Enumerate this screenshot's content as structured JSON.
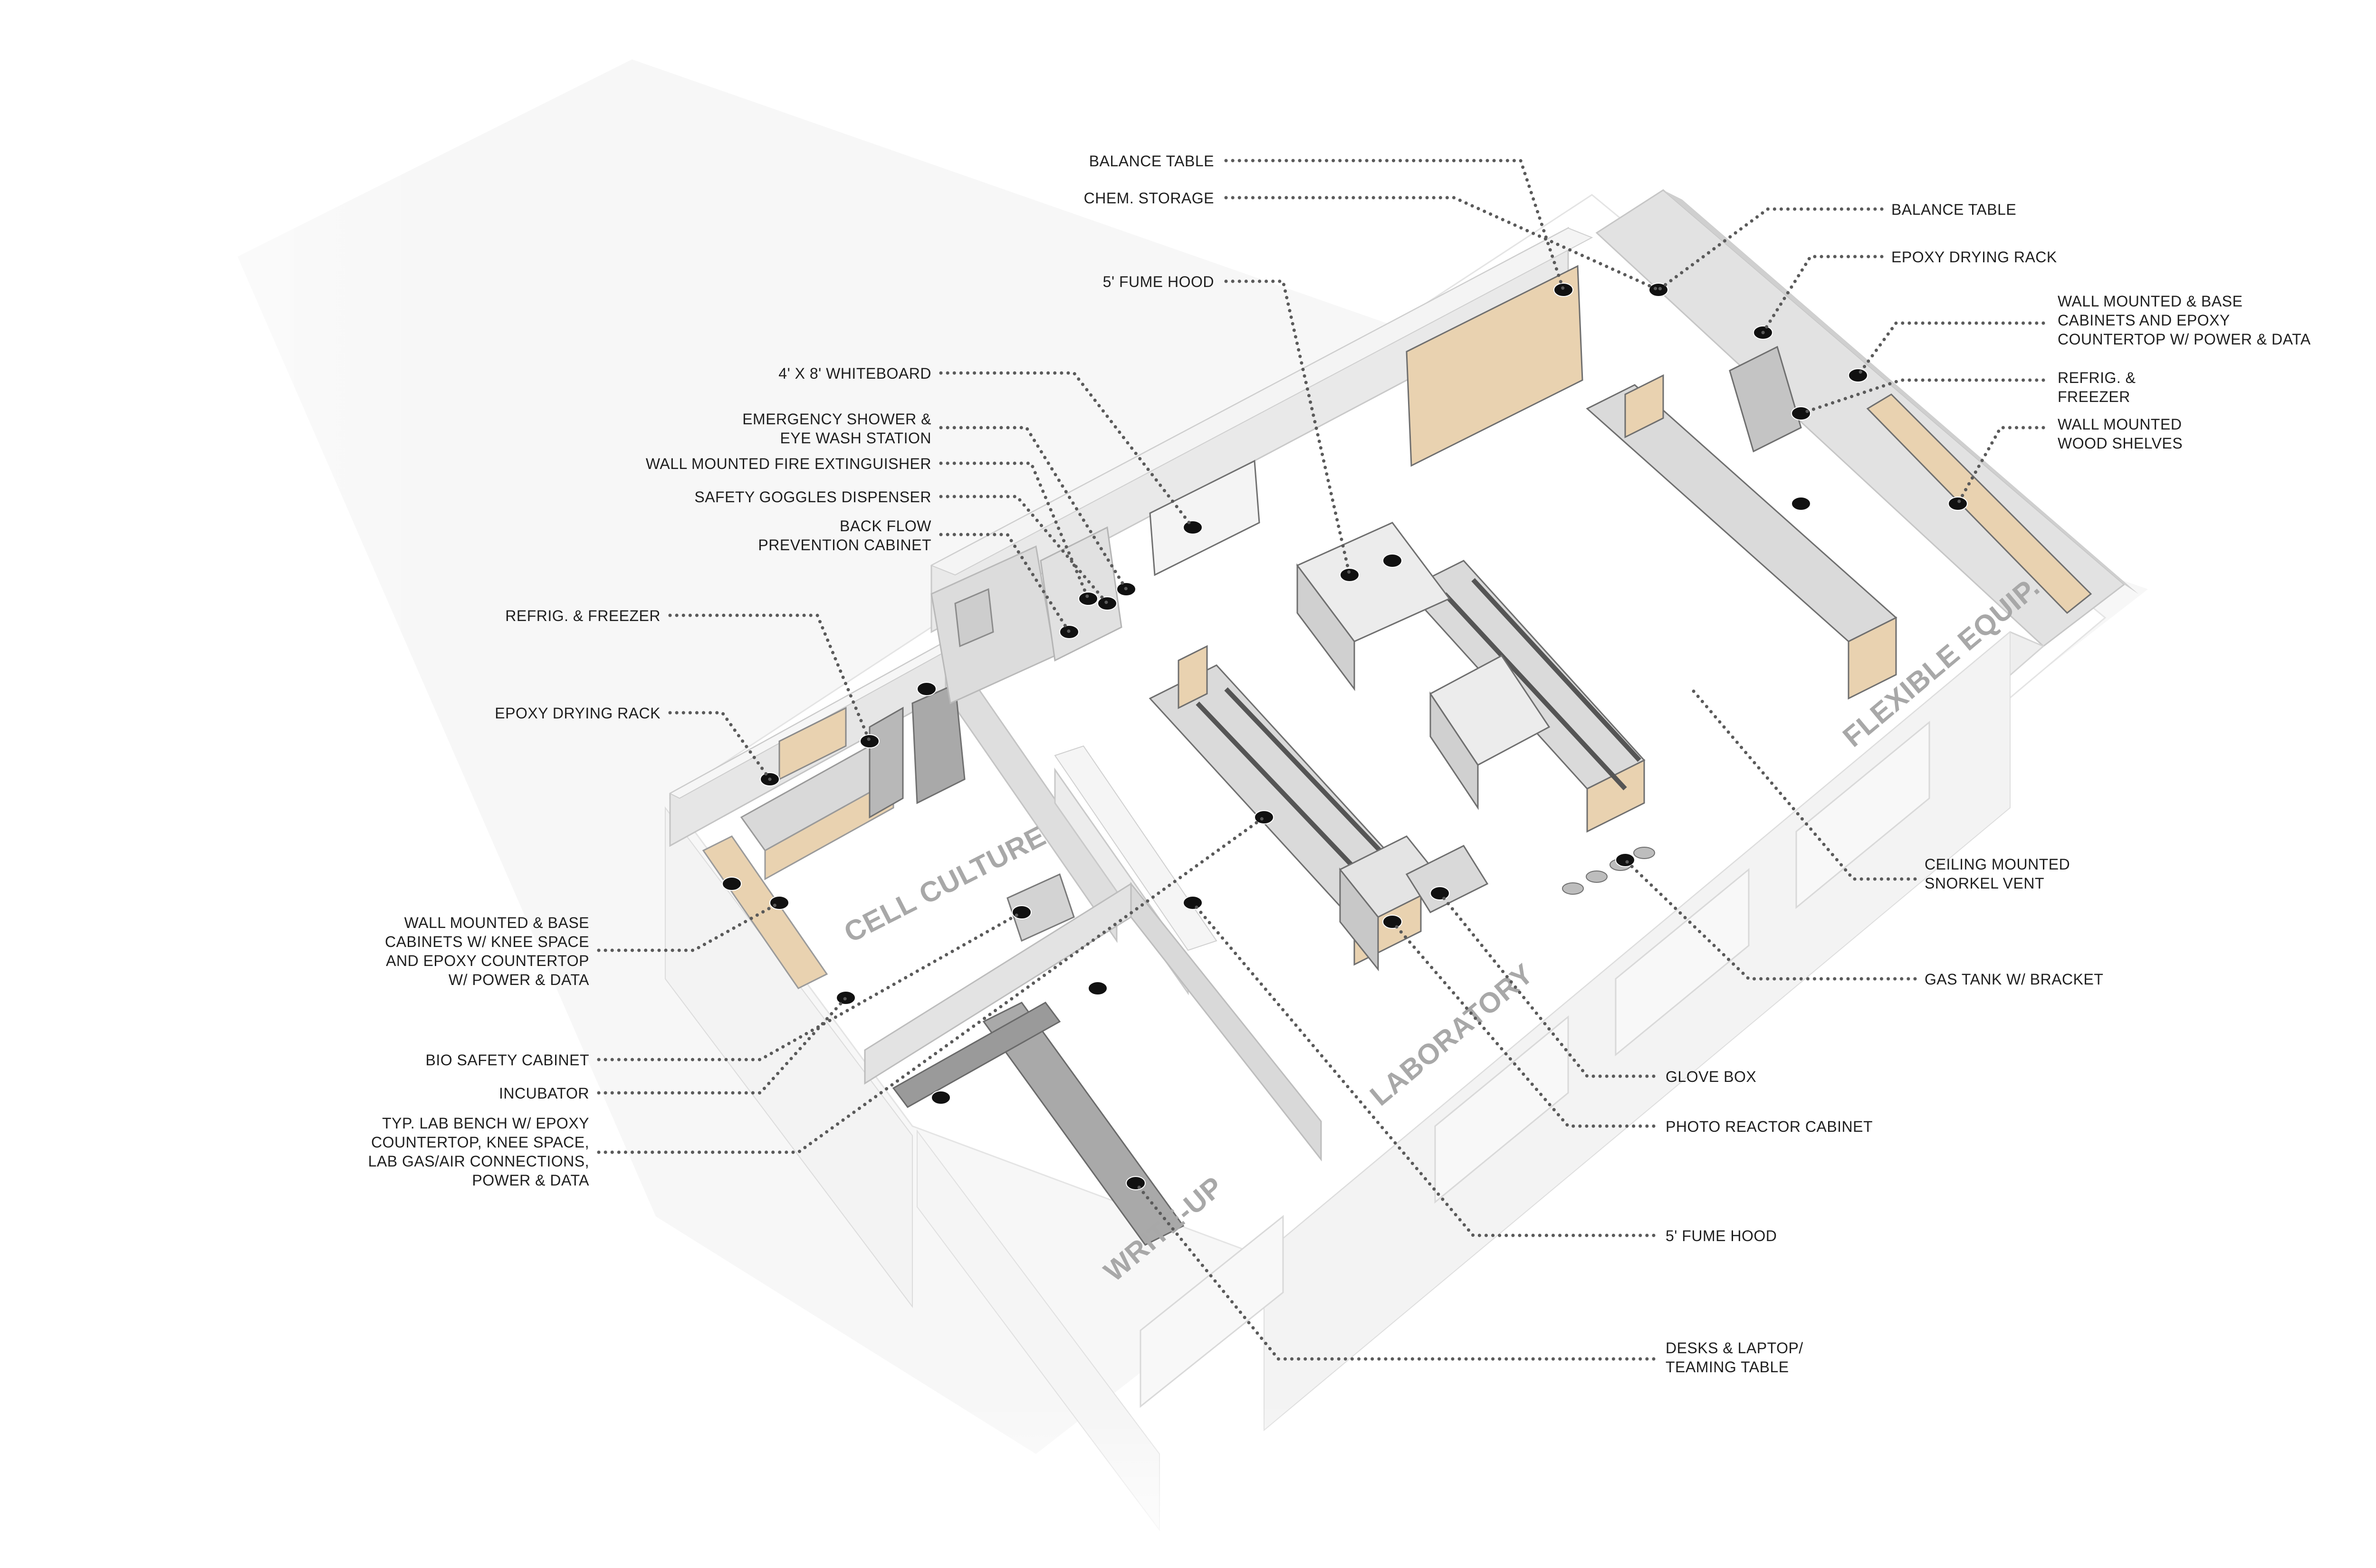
{
  "diagram": {
    "rooms": {
      "cell_culture": "CELL CULTURE",
      "laboratory": "LABORATORY",
      "write_up": "WRITE-UP",
      "flexible_equip": "FLEXIBLE EQUIP."
    },
    "left_labels": {
      "balance_table": "BALANCE TABLE",
      "chem_storage": "CHEM. STORAGE",
      "fume_hood": "5' FUME HOOD",
      "whiteboard": "4' X 8' WHITEBOARD",
      "emergency_shower": [
        "EMERGENCY SHOWER &",
        "EYE WASH STATION"
      ],
      "fire_extinguisher": "WALL MOUNTED FIRE EXTINGUISHER",
      "goggles_dispenser": "SAFETY GOGGLES DISPENSER",
      "back_flow": [
        "BACK FLOW",
        "PREVENTION CABINET"
      ],
      "refrig_freezer": "REFRIG. & FREEZER",
      "epoxy_drying_rack": "EPOXY DRYING RACK",
      "wall_mounted_base": [
        "WALL MOUNTED & BASE",
        "CABINETS W/ KNEE SPACE",
        "AND EPOXY COUNTERTOP",
        "W/ POWER & DATA"
      ],
      "bio_safety_cabinet": "BIO SAFETY CABINET",
      "incubator": "INCUBATOR",
      "lab_bench": [
        "TYP. LAB BENCH W/ EPOXY",
        "COUNTERTOP, KNEE SPACE,",
        "LAB GAS/AIR CONNECTIONS,",
        "POWER & DATA"
      ]
    },
    "right_labels": {
      "balance_table": "BALANCE TABLE",
      "epoxy_drying_rack": "EPOXY DRYING  RACK",
      "wall_mounted_base": [
        "WALL MOUNTED & BASE",
        "CABINETS AND EPOXY",
        "COUNTERTOP W/ POWER & DATA"
      ],
      "refrig_freezer": [
        "REFRIG. &",
        "FREEZER"
      ],
      "wood_shelves": [
        "WALL MOUNTED",
        "WOOD SHELVES"
      ],
      "snorkel_vent": [
        "CEILING MOUNTED",
        "SNORKEL VENT"
      ],
      "gas_tank": "GAS TANK W/ BRACKET",
      "glove_box": "GLOVE BOX",
      "photo_reactor": "PHOTO REACTOR CABINET",
      "fume_hood": "5' FUME HOOD",
      "desks": [
        "DESKS & LAPTOP/",
        "TEAMING TABLE"
      ]
    },
    "colors": {
      "wall_light": "#f2f2f2",
      "wall_shade": "#d8d8d8",
      "floor": "#ffffff",
      "wood": "#e9d2b0",
      "metal": "#9c9c9c",
      "line": "#5a5a5a",
      "room_text": "#a8a8a8"
    }
  }
}
